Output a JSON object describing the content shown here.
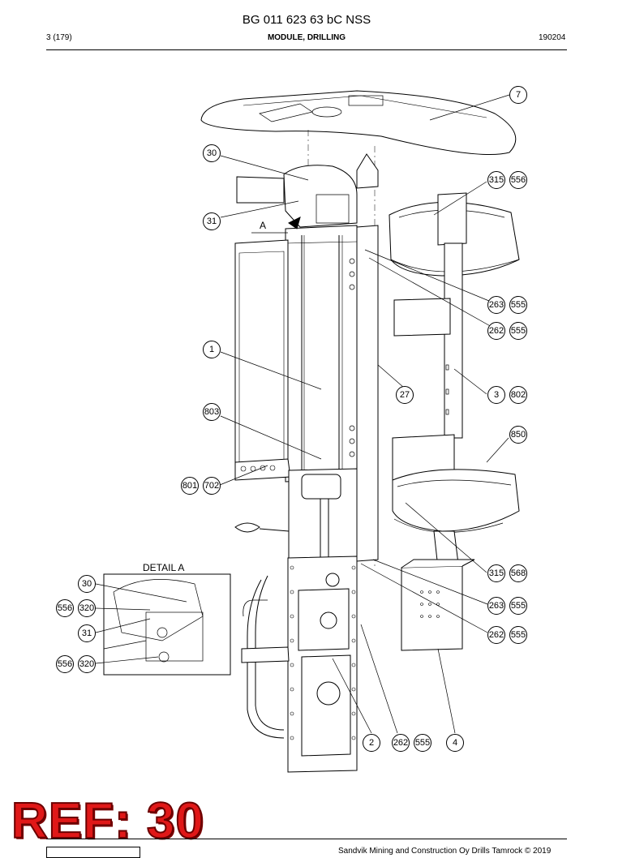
{
  "header": {
    "title": "BG 011 623 63 bC NSS",
    "page": "3 (179)",
    "section": "MODULE, DRILLING",
    "date": "190204"
  },
  "drawing": {
    "detail_label": "DETAIL A",
    "view_letter": "A",
    "callouts": [
      "7",
      "30",
      "315",
      "556",
      "31",
      "263",
      "555",
      "262",
      "555",
      "1",
      "27",
      "3",
      "802",
      "803",
      "850",
      "801",
      "702",
      "315",
      "568",
      "30",
      "556",
      "320",
      "263",
      "555",
      "31",
      "262",
      "555",
      "556",
      "320",
      "2",
      "262",
      "555",
      "4"
    ]
  },
  "stamp": {
    "text": "REF: 30",
    "color": "#e01818"
  },
  "footer": {
    "copyright": "Sandvik Mining and Construction Oy Drills Tamrock © 2019"
  }
}
